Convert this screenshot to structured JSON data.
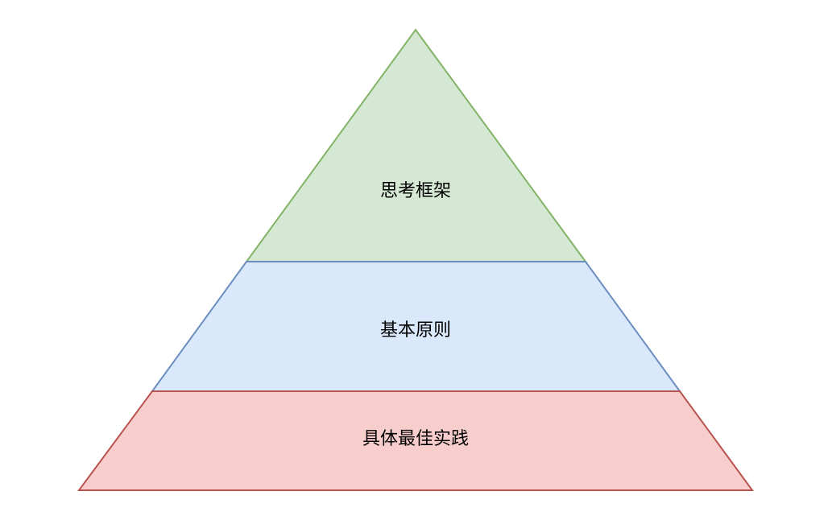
{
  "pyramid": {
    "layers": [
      {
        "label": "思考框架",
        "fill": "#d5e8d4",
        "stroke": "#82b366"
      },
      {
        "label": "基本原则",
        "fill": "#dae8fc",
        "stroke": "#6c8ebf"
      },
      {
        "label": "具体最佳实践",
        "fill": "#f8cecc",
        "stroke": "#b85450"
      }
    ]
  }
}
